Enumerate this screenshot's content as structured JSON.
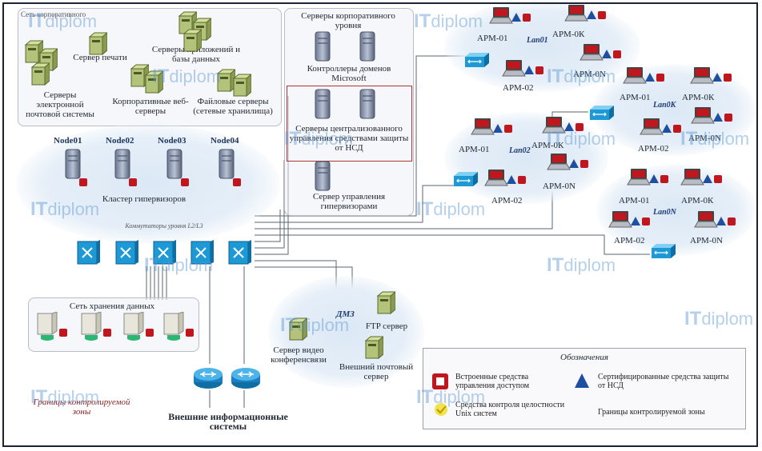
{
  "watermark": {
    "it": "IT",
    "diplom": "diplom"
  },
  "corporate_zone": {
    "title": "Сеть корпоративного"
  },
  "servers": {
    "print": "Сервер печати",
    "apps_db": "Серверы приложений и базы данных",
    "mail_system": "Серверы электронной почтовой системы",
    "web": "Корпоративные веб-серверы",
    "file": "Файловые серверы (сетевые хранилища)"
  },
  "corp_level": {
    "title": "Серверы корпоративного уровня",
    "domain": "Контроллеры доменов Microsoft",
    "nsd": "Серверы централизованного управления средствами защиты от НСД",
    "hypervisor": "Сервер управления гипервизорами"
  },
  "cluster": {
    "nodes": [
      "Node01",
      "Node02",
      "Node03",
      "Node04"
    ],
    "title": "Кластер гипервизоров",
    "switches_caption": "Коммутаторы уровня L2/L3"
  },
  "lans": [
    {
      "name": "Lan01",
      "ws": [
        "АРМ-01",
        "АРМ-0К",
        "АРМ-02",
        "АРМ-0N"
      ]
    },
    {
      "name": "Lan02",
      "ws": [
        "АРМ-01",
        "АРМ-0К",
        "АРМ-02",
        "АРМ-0N"
      ]
    },
    {
      "name": "Lan0K",
      "ws": [
        "АРМ-01",
        "АРМ-0К",
        "АРМ-02",
        "АРМ-0N"
      ]
    },
    {
      "name": "Lan0N",
      "ws": [
        "АРМ-01",
        "АРМ-0К",
        "АРМ-02",
        "АРМ-0N"
      ]
    }
  ],
  "storage": {
    "title": "Сеть хранения данных"
  },
  "dmz": {
    "title": "ДМЗ",
    "ftp": "FTP сервер",
    "video": "Сервер видео конференсвязи",
    "mail": "Внешний почтовый сервер"
  },
  "external": "Внешние информационные системы",
  "boundary_note": "Границы контролируемой зоны",
  "legend": {
    "title": "Обозначения",
    "builtin": "Встроенные средства управления доступом",
    "certified": "Сертифицированные средства защиты от НСД",
    "integrity": "Средства контроля целостности Unix систем",
    "boundary": "Границы контролируемой зоны"
  },
  "colors": {
    "link": "#5a6470",
    "switch": "#1d9ad6",
    "router": "#1b7fc4",
    "server": "#8e9ab0",
    "laptop_red": "#c0161d",
    "nsd_box": "#b0323a"
  }
}
